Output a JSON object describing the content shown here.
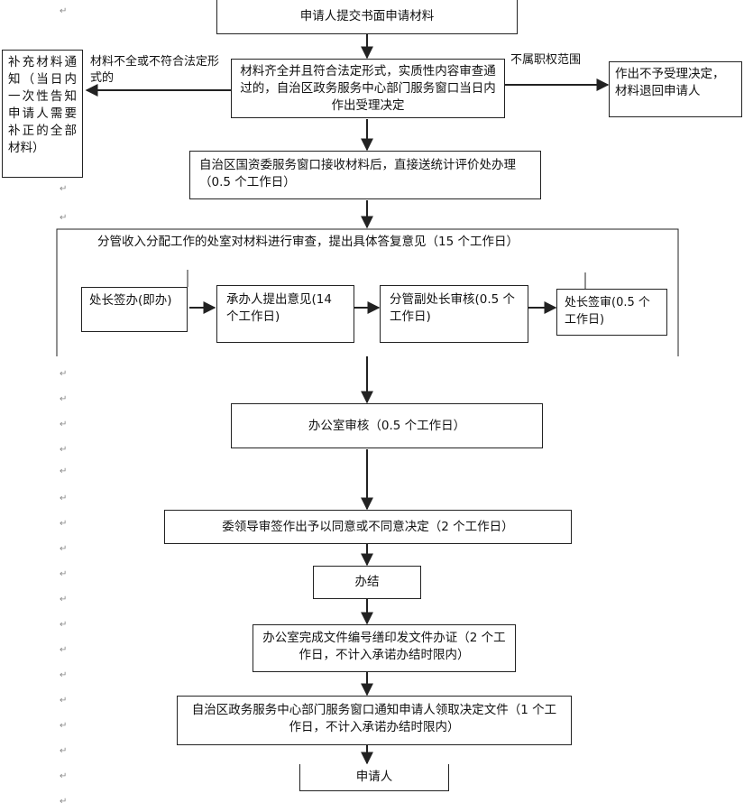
{
  "flow": {
    "submit": "申请人提交书面申请材料",
    "accept": "材料齐全并且符合法定形式，实质性内容审查通过的，自治区政务服务中心部门服务窗口当日内作出受理决定",
    "supplement": "补充材料通知（当日内一次性告知申请人需要补正的全部材料）",
    "not_accepted": "作出不予受理决定，材料退回申请人",
    "label_incomplete": "材料不全或不符合法定形式的",
    "label_out_of_scope": "不属职权范围",
    "receive": "自治区国资委服务窗口接收材料后，直接送统计评价处办理（0.5 个工作日）",
    "review_header": "分管收入分配工作的处室对材料进行审查，提出具体答复意见（15 个工作日）",
    "step_chief_assign": "处长签办(即办)",
    "step_handler": "承办人提出意见(14 个工作日)",
    "step_deputy": "分管副处长审核(0.5 个工作日)",
    "step_chief_sign": "处长签审(0.5 个工作日)",
    "office_review": "办公室审核（0.5 个工作日）",
    "leader_sign": "委领导审签作出予以同意或不同意决定（2 个工作日）",
    "done": "办结",
    "doc_issue": "办公室完成文件编号缮印发文件办证（2 个工作日，不计入承诺办结时限内）",
    "notify": "自治区政务服务中心部门服务窗口通知申请人领取决定文件（1 个工作日，不计入承诺办结时限内）",
    "applicant": "申请人"
  },
  "colors": {
    "line": "#222222",
    "background": "#ffffff"
  }
}
